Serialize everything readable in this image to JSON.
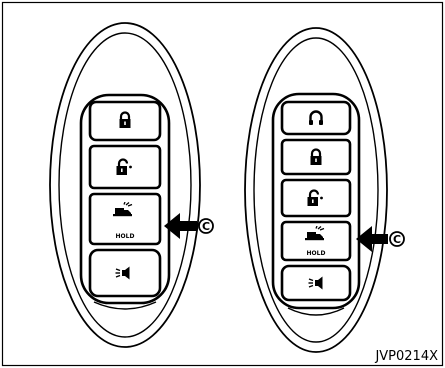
{
  "figure": {
    "code": "JVP0214X",
    "callout_letter": "C",
    "colors": {
      "line": "#000000",
      "background": "#ffffff"
    }
  },
  "fobs": [
    {
      "name": "4-button key",
      "buttons": [
        {
          "icon": "lock-icon"
        },
        {
          "icon": "unlock-icon"
        },
        {
          "icon": "truck-bed-lamp-icon",
          "label": "HOLD",
          "callout": true
        },
        {
          "icon": "panic-alarm-icon"
        }
      ]
    },
    {
      "name": "5-button key",
      "buttons": [
        {
          "icon": "remote-start-icon"
        },
        {
          "icon": "lock-icon"
        },
        {
          "icon": "unlock-icon"
        },
        {
          "icon": "truck-bed-lamp-icon",
          "label": "HOLD",
          "callout": true
        },
        {
          "icon": "panic-alarm-icon"
        }
      ]
    }
  ]
}
